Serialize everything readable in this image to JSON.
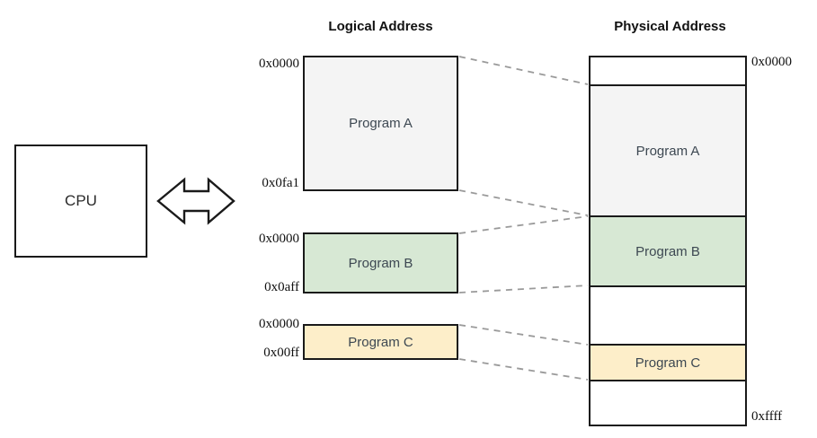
{
  "diagram": {
    "title_logical": "Logical Address",
    "title_physical": "Physical Address",
    "cpu_label": "CPU",
    "arrow_name": "double-headed-arrow"
  },
  "colors": {
    "program_a_fill": "#f4f4f4",
    "program_b_fill": "#d7e8d4",
    "program_c_fill": "#fdeec9",
    "free_fill": "#ffffff",
    "stroke": "#1a1a1a",
    "connector": "#9a9a9a",
    "text": "#3d4852"
  },
  "logical": [
    {
      "label": "Program A",
      "start_addr": "0x0000",
      "end_addr": "0x0fa1",
      "fill": "fill-gray"
    },
    {
      "label": "Program B",
      "start_addr": "0x0000",
      "end_addr": "0x0aff",
      "fill": "fill-green"
    },
    {
      "label": "Program C",
      "start_addr": "0x0000",
      "end_addr": "0x00ff",
      "fill": "fill-cream"
    }
  ],
  "physical": {
    "top_addr": "0x0000",
    "bottom_addr": "0xffff",
    "segments": [
      {
        "label": "",
        "fill": "fill-white"
      },
      {
        "label": "Program A",
        "fill": "fill-gray"
      },
      {
        "label": "Program B",
        "fill": "fill-green"
      },
      {
        "label": "",
        "fill": "fill-white"
      },
      {
        "label": "Program C",
        "fill": "fill-cream"
      },
      {
        "label": "",
        "fill": "fill-white"
      }
    ]
  }
}
